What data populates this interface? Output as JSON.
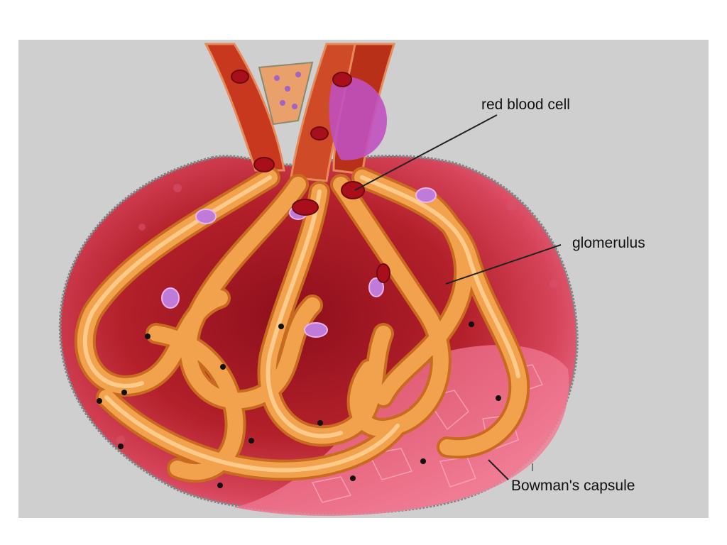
{
  "diagram": {
    "labels": {
      "red_blood_cell": "red blood cell",
      "glomerulus": "glomerulus",
      "bowmans_capsule": "Bowman's capsule"
    },
    "colors": {
      "background": "#cfcfcf",
      "capsule_outer": "#b3202a",
      "capsule_inner": "#e0607a",
      "capillary": "#f0a04a",
      "capillary_highlight": "#ffd49a",
      "vessel": "#c8381f",
      "red_blood_cell": "#b0101a",
      "podocyte": "#c07ad8"
    }
  }
}
